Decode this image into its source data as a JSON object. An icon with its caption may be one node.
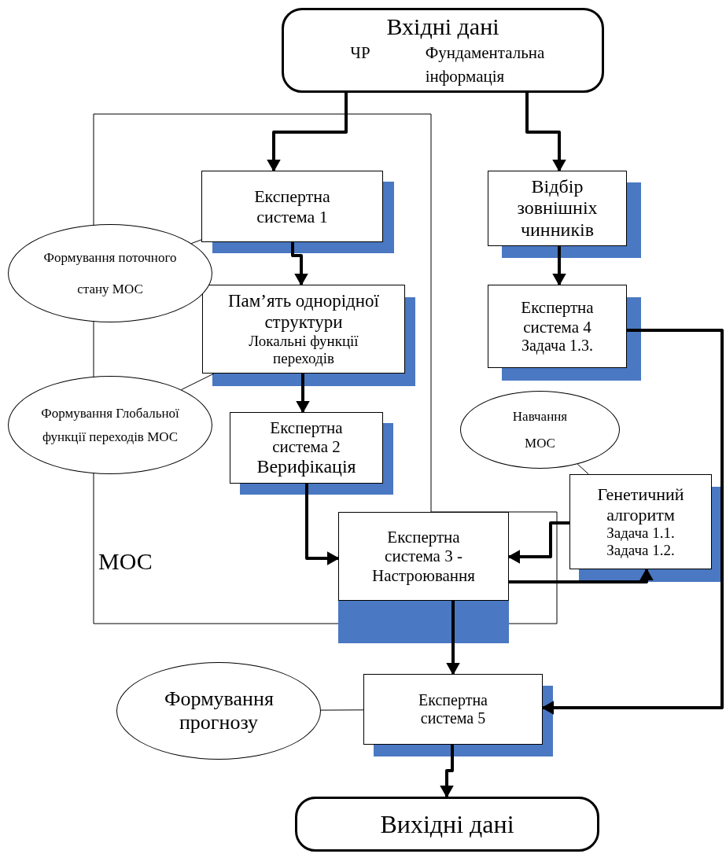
{
  "diagram": {
    "nodes": [
      {
        "text": [
          "Вхідні дані",
          "ЧР",
          "Фундаментальна інформація"
        ]
      },
      {
        "text": [
          "МОС"
        ]
      },
      {
        "text": [
          "Експертна система 1"
        ],
        "in": 1
      },
      {
        "text": [
          "Відбір зовнішніх чинників"
        ]
      },
      {
        "text": [
          "Формування поточного стану  МОС"
        ]
      },
      {
        "text": [
          "Пам’ять однорідної структури",
          "Локальні функції переходів"
        ],
        "in": 1
      },
      {
        "text": [
          "Експертна система 4",
          "Задача 1.3."
        ]
      },
      {
        "text": [
          "Формування Глобальної функції переходів МОС"
        ]
      },
      {
        "text": [
          "Експертна система 2",
          "Верифікація"
        ],
        "in": 1
      },
      {
        "text": [
          "Навчання МОС"
        ]
      },
      {
        "text": [
          "Генетичний алгоритм",
          "Задача 1.1. Задача 1.2."
        ]
      },
      {
        "text": [
          "Експертна система 3 - Настроювання"
        ],
        "in": 1
      },
      {
        "text": [
          "Формування прогнозу"
        ]
      },
      {
        "text": [
          "Експертна система 5"
        ]
      },
      {
        "text": [
          "Вихідні дані"
        ]
      }
    ],
    "edges": [
      {
        "from": 0,
        "to": 2,
        "arrow": "to"
      },
      {
        "from": 0,
        "to": 3,
        "arrow": "to"
      },
      {
        "from": 2,
        "to": 5,
        "arrow": "to"
      },
      {
        "from": 3,
        "to": 6,
        "arrow": "to"
      },
      {
        "from": 5,
        "to": 8,
        "arrow": "to"
      },
      {
        "from": 8,
        "to": 11,
        "arrow": "to"
      },
      {
        "from": 10,
        "to": 11,
        "arrow": "to"
      },
      {
        "from": 11,
        "to": 10,
        "arrow": "to"
      },
      {
        "from": 6,
        "to": 13,
        "arrow": "to"
      },
      {
        "from": 11,
        "to": 13,
        "arrow": "to"
      },
      {
        "from": 13,
        "to": 14,
        "arrow": "to"
      },
      {
        "from": 4,
        "to": 2,
        "arrow": "none"
      },
      {
        "from": 7,
        "to": 5,
        "arrow": "none"
      },
      {
        "from": 9,
        "to": 10,
        "arrow": "none"
      },
      {
        "from": 12,
        "to": 13,
        "arrow": "none"
      }
    ]
  }
}
